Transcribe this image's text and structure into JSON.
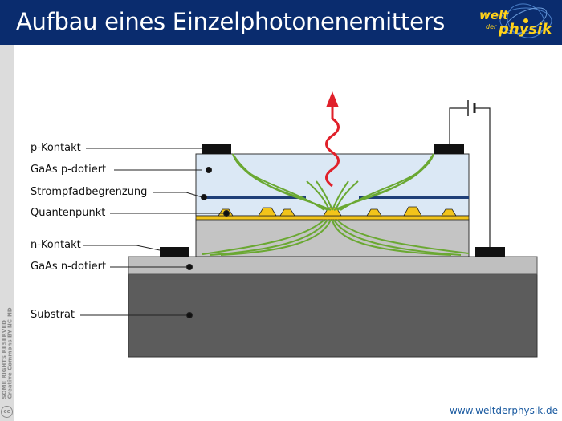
{
  "header": {
    "title": "Aufbau eines Einzelphotonenemitters",
    "logo": {
      "welt": "welt",
      "der": "der",
      "physik": "physik"
    },
    "background_color": "#0a2c6e"
  },
  "diagram": {
    "labels": [
      {
        "id": "p-kontakt",
        "text": "p-Kontakt"
      },
      {
        "id": "gaas-p-dotiert",
        "text": "GaAs p-dotiert"
      },
      {
        "id": "strompfadbegrenzung",
        "text": "Strompfadbegrenzung"
      },
      {
        "id": "quantenpunkt",
        "text": "Quantenpunkt"
      },
      {
        "id": "n-kontakt",
        "text": "n-Kontakt"
      },
      {
        "id": "gaas-n-dotiert",
        "text": "GaAs n-dotiert"
      },
      {
        "id": "substrat",
        "text": "Substrat"
      }
    ],
    "colors": {
      "p_layer": "#dbe8f5",
      "current_aperture": "#1f3f78",
      "quantum_dot_layer": "#f2c41a",
      "n_layer": "#c4c4c4",
      "n_doped_gaas": "#bfbfbf",
      "substrate": "#5c5c5c",
      "contacts": "#111111",
      "current_paths": "#6aa832",
      "photon": "#e0202a"
    },
    "icons": [
      "photon-arrow-icon",
      "battery-icon"
    ]
  },
  "sidebar": {
    "license_line1": "SOME RIGHTS RESERVED",
    "license_line2": "Creative Commons BY-NC-ND",
    "cc_icon": "cc"
  },
  "footer": {
    "url": "www.weltderphysik.de"
  }
}
